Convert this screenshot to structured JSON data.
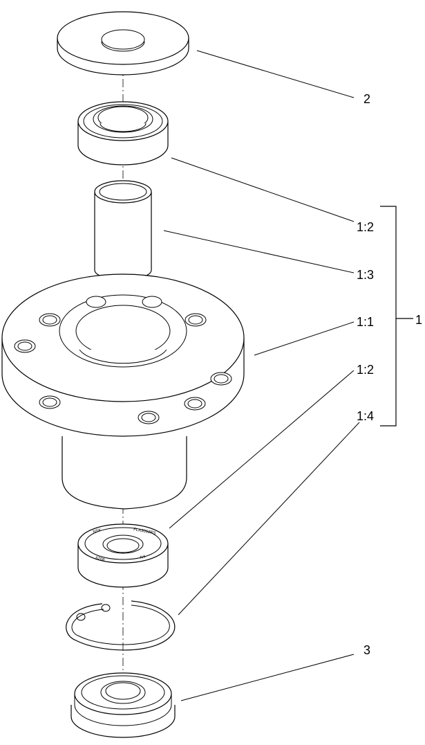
{
  "diagram": {
    "type": "exploded-parts-view",
    "callouts": [
      {
        "id": "washer",
        "label": "2"
      },
      {
        "id": "upper-bearing",
        "label": "1:2"
      },
      {
        "id": "spacer-tube",
        "label": "1:3"
      },
      {
        "id": "spindle-housing",
        "label": "1:1"
      },
      {
        "id": "lower-bearing",
        "label": "1:2"
      },
      {
        "id": "snap-ring",
        "label": "1:4"
      },
      {
        "id": "seal",
        "label": "3"
      }
    ],
    "assembly_label": "1",
    "bearing_markings": [
      "NSK",
      "FLA3062RS",
      "6208",
      "N4"
    ]
  }
}
